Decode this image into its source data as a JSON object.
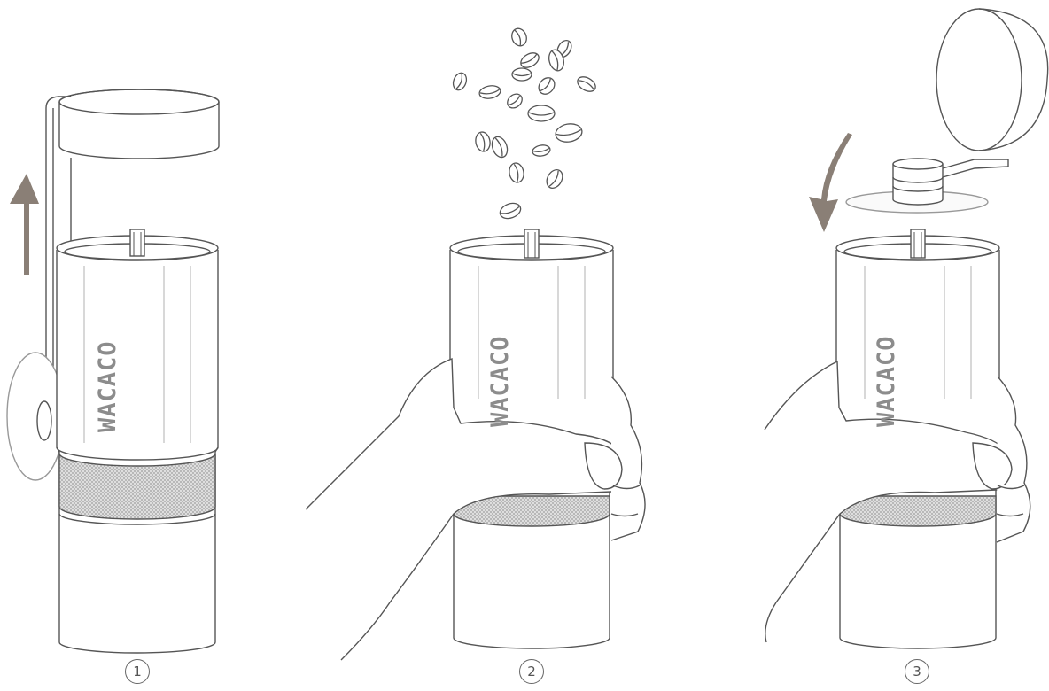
{
  "steps": [
    {
      "number": "1",
      "brand": "WACACO"
    },
    {
      "number": "2",
      "brand": "WACACO"
    },
    {
      "number": "3",
      "brand": "WACACO"
    }
  ],
  "colors": {
    "line": "#555555",
    "arrow": "#8a7f76",
    "knurl": "#bcbcbc",
    "brand_text": "#8c8c8c",
    "background": "#ffffff"
  }
}
